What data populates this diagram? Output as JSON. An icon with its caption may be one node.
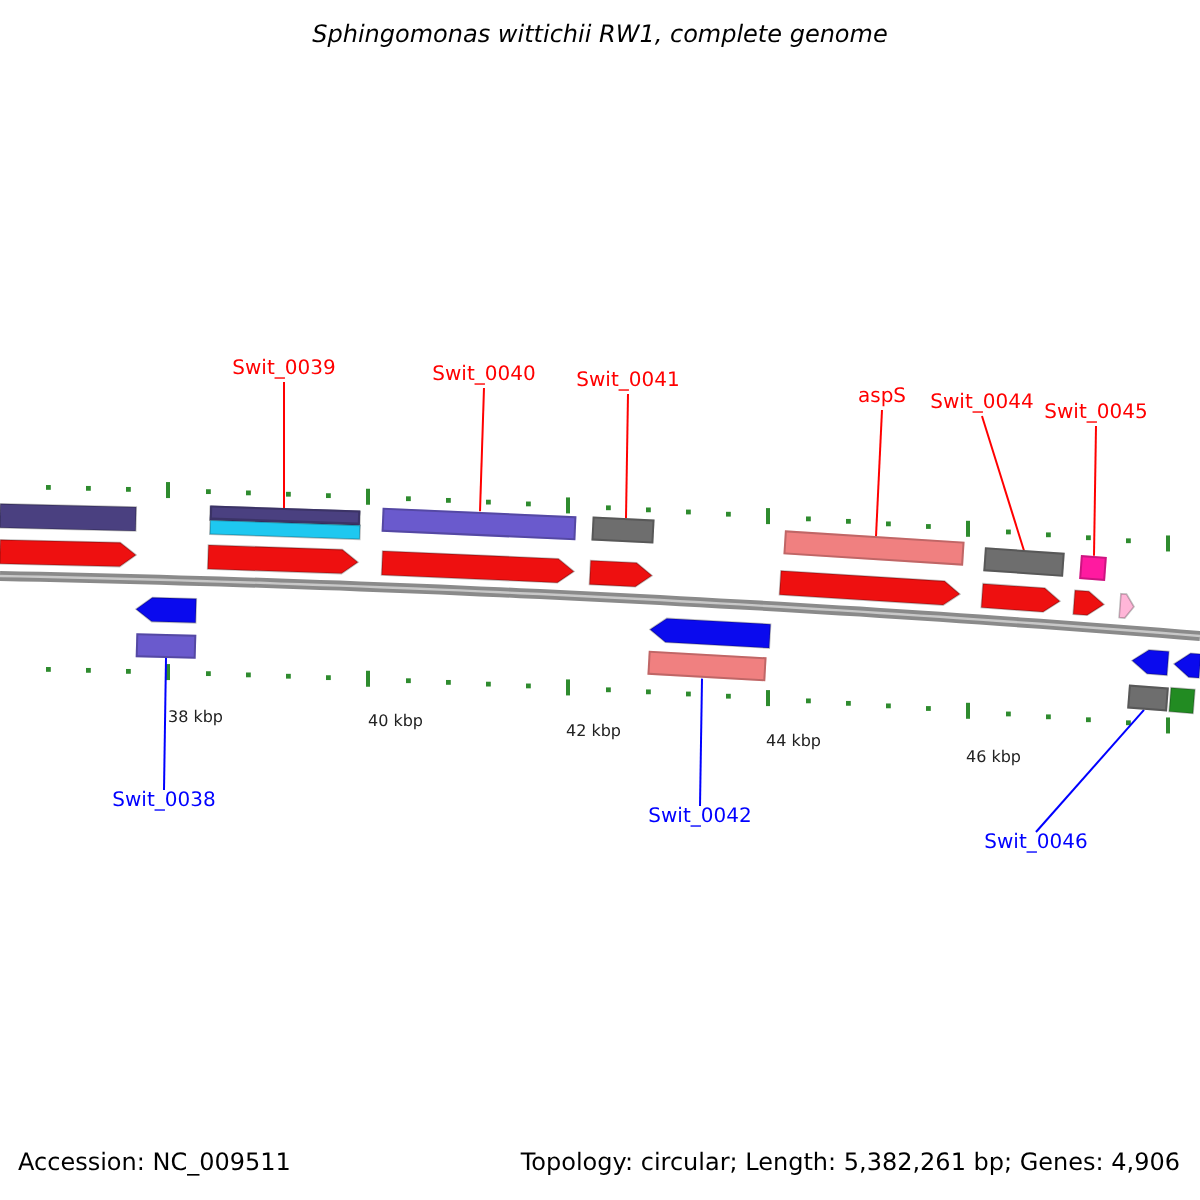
{
  "diagram": {
    "title": "Sphingomonas wittichii RW1, complete genome",
    "nodes": [
      {
        "text": [
          "Swit_0039"
        ]
      },
      {
        "text": [
          "Swit_0040"
        ]
      },
      {
        "text": [
          "Swit_0041"
        ]
      },
      {
        "text": [
          "aspS"
        ]
      },
      {
        "text": [
          "Swit_0044"
        ]
      },
      {
        "text": [
          "Swit_0045"
        ]
      },
      {
        "text": [
          "Swit_0038"
        ]
      },
      {
        "text": [
          "Swit_0042"
        ]
      },
      {
        "text": [
          "Swit_0046"
        ]
      },
      {
        "text": [],
        "shape": "box"
      },
      {
        "text": [],
        "shape": "box"
      },
      {
        "text": [],
        "shape": "box"
      },
      {
        "text": [],
        "shape": "box"
      },
      {
        "text": [],
        "shape": "box"
      },
      {
        "text": [],
        "shape": "box"
      },
      {
        "text": [],
        "shape": "box"
      },
      {
        "text": [],
        "shape": "box"
      },
      {
        "text": [],
        "shape": "box"
      }
    ],
    "edges": [
      {
        "from": 0,
        "to": 9,
        "arrow": "none"
      },
      {
        "from": 1,
        "to": 10,
        "arrow": "none"
      },
      {
        "from": 2,
        "to": 11,
        "arrow": "none"
      },
      {
        "from": 3,
        "to": 12,
        "arrow": "none"
      },
      {
        "from": 4,
        "to": 13,
        "arrow": "none"
      },
      {
        "from": 5,
        "to": 14,
        "arrow": "none"
      },
      {
        "from": 6,
        "to": 15,
        "arrow": "none",
        "color": "#0000ff"
      },
      {
        "from": 7,
        "to": 16,
        "arrow": "none",
        "color": "#0000ff"
      },
      {
        "from": 8,
        "to": 17,
        "arrow": "none",
        "color": "#0000ff"
      }
    ],
    "labels": [
      "38 kbp",
      "40 kbp",
      "42 kbp",
      "44 kbp",
      "46 kbp",
      "Accession: NC_009511",
      "Topology: circular; Length: 5,382,261 bp; Genes: 4,906"
    ]
  }
}
